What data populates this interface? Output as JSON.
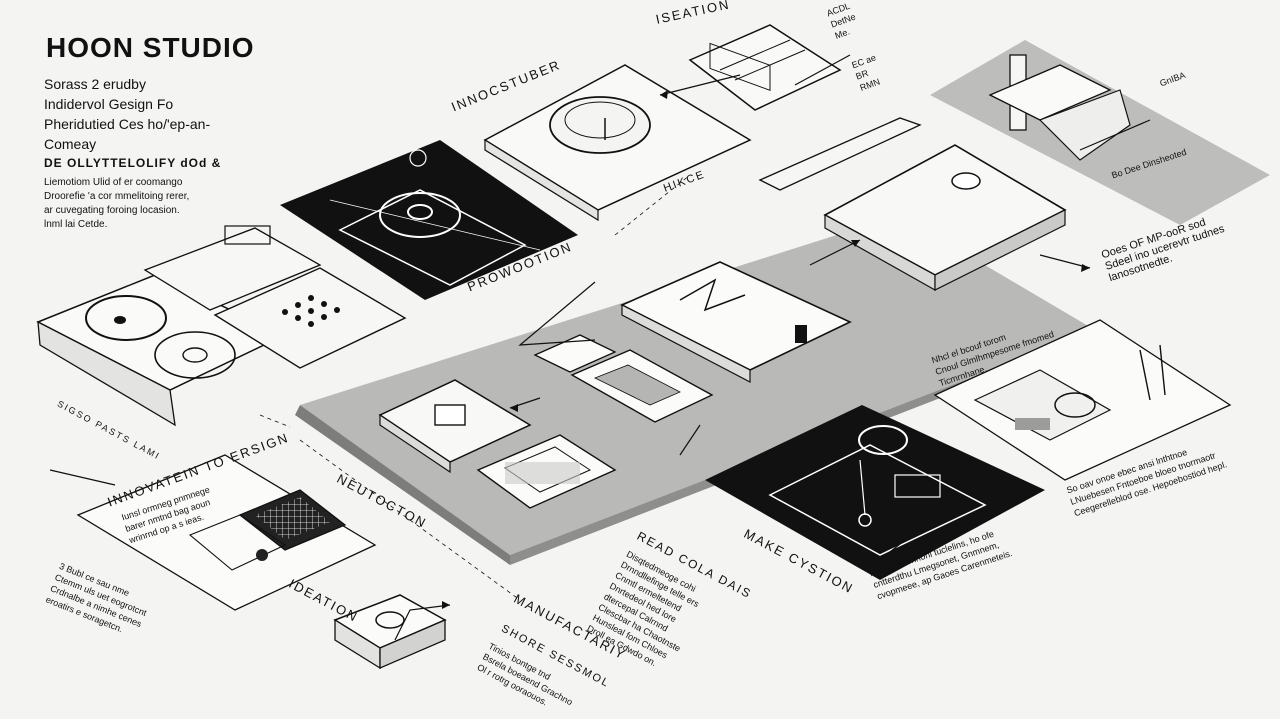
{
  "header": {
    "title": "HOON STUDIO",
    "intro_lines": "Sorass 2 erudby\nIndidervol Gesign Fo\nPheridutied Ces ho/'ep-an-\nComeay"
  },
  "subsection": {
    "heading": "DE OLLYTTELOLIFY  dOd &",
    "text": "Liemotiom Ulid of er coomango\nDroorefie 'a cor mmelitoing rerer,\nar cuvegating foroing locasion.\nlnml lai Cetde."
  },
  "labels": {
    "iseation": "ISEATION",
    "inodustuber": "INNOCSTUBER",
    "provootion": "PROWOOTION",
    "hikce": "HIKCE",
    "neut_octon": "NEUTOCTON",
    "ideation": "IDEATION",
    "manufacturing": "MANUFACTARIY",
    "make_system": "MAKE CYSTION",
    "read_cola": "READ COLA DAIS",
    "innovation": "INNOVATEIN TO ERSIGN",
    "stacked_shelf": "SIGSO PASTS LAMI",
    "shore_sessmol": "SHORE SESSMOL"
  },
  "notes": {
    "innovation_body": "Iunsl ormneg pnmnege\nbarer nmtnd bag aoun\nwrinrnd op a s ieas.",
    "left_bottom": "3 Bubl ce sau nme\nCtemm uls uet eogrotcnt\nCrdnalbe a nimhe cenes\neroatirs e soragetcn.",
    "read_cola_body": "Disqtedmeoge cohi\nDrnndllefinge telle ers\nCnmtl ermeltetend\nDnrtedeol hed lore\ndtercepal Calrnnd\nClescbar ha Chaotnste\nHunsleal fom Chloes\nDroll ea Gdwdo on.",
    "shore_body": "Tinios bontge tnd\nBsrela boeaend Grachno\nOl r rotrg ooraouos.",
    "make_system_body": "N Coerdl bnnonl tuclelins, ho ofe\ncntterdthu Lmegsonet, Gnmnem,\ncvopmeee, ap Gaoes Carenmeteis.",
    "right_middle": "Ooes OF MP-ooR sod\nSdeel ino ucerevtr tudnes\nlanosotnedte.",
    "right_body_1": "Nhcl el bcouf torom\nCnoul Glmlhmpesome fmomed\nTicmrnhane.",
    "right_body_2": "So oav onoe ebec ansi lnthtnoe\nLNuebesen Fntoeboe bloeo tnormaotr\nCeegerelleblod ose. Hepoebostiod hepl.",
    "top_right_notes": "ACDL\nDetNe\nMe.",
    "right_top_notes": "GnIBA",
    "bottom_notes": "Bo Dee Dinsheoted",
    "top_small": "EC ae\nBR\nRMN"
  }
}
